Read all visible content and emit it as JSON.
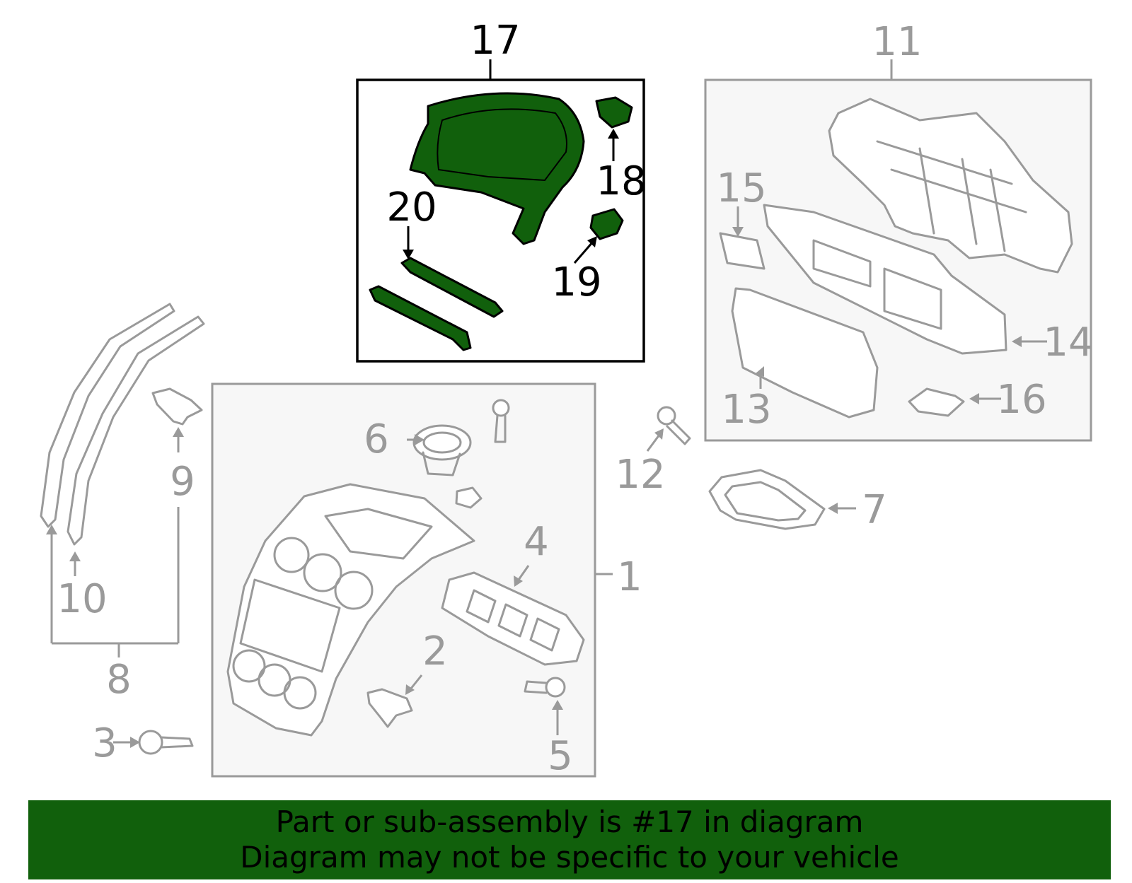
{
  "diagram": {
    "highlight_color": "#11600c",
    "callouts": {
      "c1": "1",
      "c2": "2",
      "c3": "3",
      "c4": "4",
      "c5": "5",
      "c6": "6",
      "c7": "7",
      "c8": "8",
      "c9": "9",
      "c10": "10",
      "c11": "11",
      "c12": "12",
      "c13": "13",
      "c14": "14",
      "c15": "15",
      "c16": "16",
      "c17": "17",
      "c18": "18",
      "c19": "19",
      "c20": "20"
    }
  },
  "banner": {
    "line1": "Part or sub-assembly is #17 in diagram",
    "line2": "Diagram may not be specific to your vehicle",
    "background": "#11600c"
  }
}
